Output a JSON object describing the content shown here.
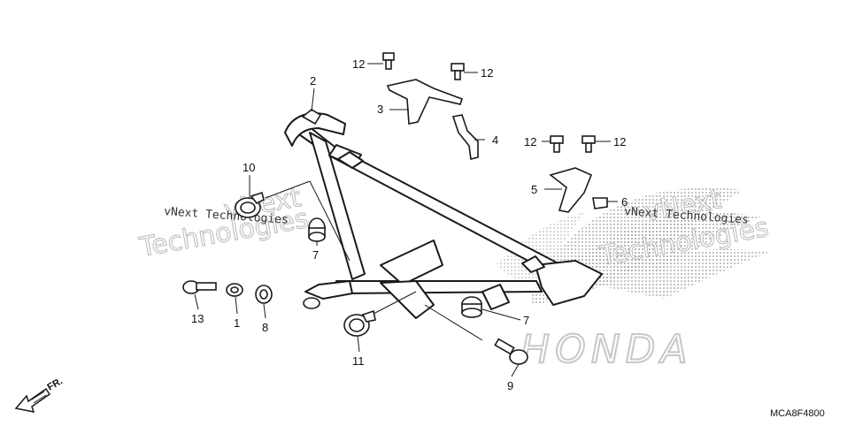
{
  "parts": [
    {
      "id": "p1",
      "label": "1"
    },
    {
      "id": "p2",
      "label": "2"
    },
    {
      "id": "p3",
      "label": "3"
    },
    {
      "id": "p4",
      "label": "4"
    },
    {
      "id": "p5",
      "label": "5"
    },
    {
      "id": "p6",
      "label": "6"
    },
    {
      "id": "p7a",
      "label": "7"
    },
    {
      "id": "p7b",
      "label": "7"
    },
    {
      "id": "p8",
      "label": "8"
    },
    {
      "id": "p9",
      "label": "9"
    },
    {
      "id": "p10",
      "label": "10"
    },
    {
      "id": "p11",
      "label": "11"
    },
    {
      "id": "p12a",
      "label": "12"
    },
    {
      "id": "p12b",
      "label": "12"
    },
    {
      "id": "p12c",
      "label": "12"
    },
    {
      "id": "p12d",
      "label": "12"
    },
    {
      "id": "p13",
      "label": "13"
    }
  ],
  "watermark": {
    "brand_line1": "vNext",
    "brand_line2": "Technologies",
    "small_text": "vNext Technologies",
    "logo_text": "HONDA"
  },
  "front_indicator": "FR.",
  "diagram_code": "MCA8F4800",
  "colors": {
    "line": "#1a1a1a",
    "watermark": "#b9b9b9",
    "dots": "#9a9a9a"
  }
}
